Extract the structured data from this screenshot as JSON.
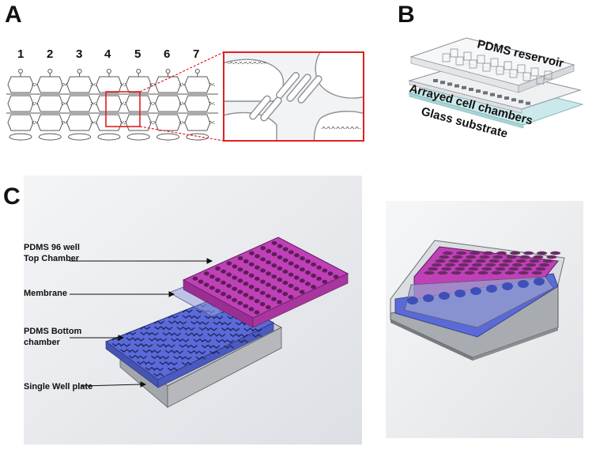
{
  "panels": {
    "a": "A",
    "b": "B",
    "c": "C"
  },
  "panel_a": {
    "columns": [
      "1",
      "2",
      "3",
      "4",
      "5",
      "6",
      "7"
    ]
  },
  "panel_b": {
    "labels": {
      "reservoir": "PDMS reservoir",
      "chambers": "Arrayed cell chambers",
      "substrate": "Glass substrate"
    }
  },
  "panel_c": {
    "labels": {
      "top_chamber_line1": "PDMS 96 well",
      "top_chamber_line2": "Top Chamber",
      "membrane": "Membrane",
      "bottom_chamber_line1": "PDMS  Bottom",
      "bottom_chamber_line2": "chamber",
      "plate": "Single Well plate"
    },
    "colors": {
      "top": "#c040b8",
      "bottom": "#5a6ad8"
    }
  }
}
